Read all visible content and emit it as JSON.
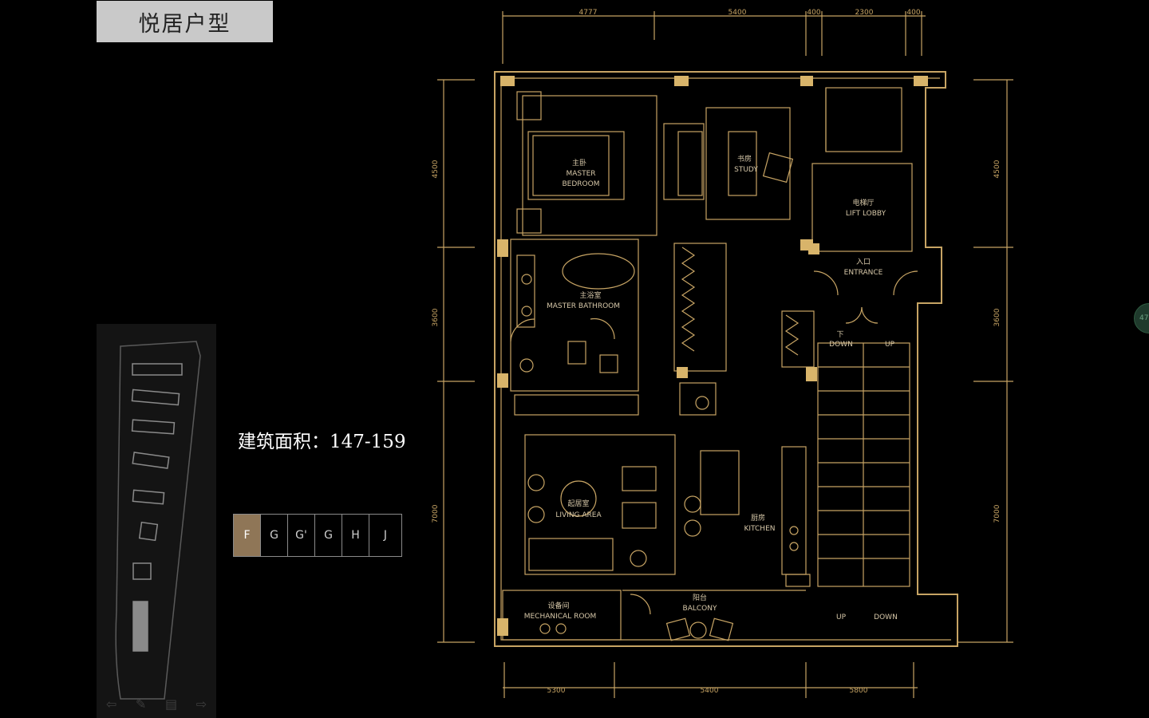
{
  "header": {
    "title": "悦居户型"
  },
  "info": {
    "area_text": "建筑面积：147-159"
  },
  "unit_tabs": [
    "F",
    "G",
    "G'",
    "G",
    "H",
    "J"
  ],
  "active_tab": "F",
  "page_indicator": "47",
  "plan": {
    "dims_top": [
      "4777",
      "5400",
      "400",
      "2300",
      "400"
    ],
    "dims_bottom": [
      "5300",
      "5400",
      "5800"
    ],
    "dims_left": [
      "4500",
      "3600",
      "7000"
    ],
    "dims_right": [
      "4500",
      "3600",
      "7000"
    ],
    "rooms": {
      "master_bedroom_cn": "主卧",
      "master_bedroom_en1": "MASTER",
      "master_bedroom_en2": "BEDROOM",
      "study_cn": "书房",
      "study_en": "STUDY",
      "lift_lobby_cn": "电梯厅",
      "lift_lobby_en": "LIFT LOBBY",
      "entrance_cn": "入口",
      "entrance_en": "ENTRANCE",
      "master_bath_cn": "主浴室",
      "master_bath_en": "MASTER BATHROOM",
      "down_cn": "下",
      "down_en": "DOWN",
      "up_en": "UP",
      "living_cn": "起居室",
      "living_en": "LIVING AREA",
      "kitchen_cn": "厨房",
      "kitchen_en": "KITCHEN",
      "balcony_cn": "阳台",
      "balcony_en": "BALCONY",
      "mech_cn": "设备间",
      "mech_en": "MECHANICAL ROOM",
      "stair_up": "UP",
      "stair_down": "DOWN"
    }
  },
  "colors": {
    "gold": "#c7a464",
    "gold_fill": "#d8b46a",
    "bg": "#000000"
  }
}
